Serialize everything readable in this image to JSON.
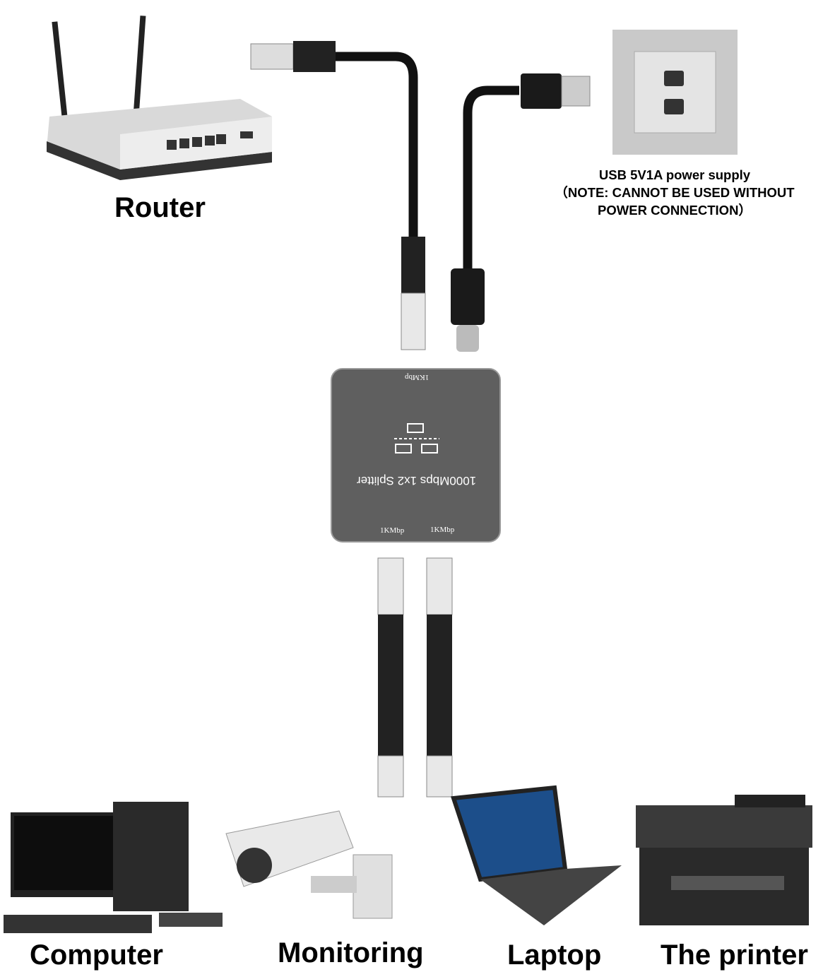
{
  "labels": {
    "router": "Router",
    "computer": "Computer",
    "monitoring": "Monitoring",
    "laptop": "Laptop",
    "printer": "The printer"
  },
  "power_note": {
    "line1": "USB 5V1A power supply",
    "line2": "（NOTE: CANNOT BE USED WITHOUT",
    "line3": "POWER CONNECTION）"
  },
  "splitter": {
    "title": "1000Mbps 1x2 Splitter",
    "input_port": "1KMbp",
    "output_port_1": "1KMbp",
    "output_port_2": "1KMbp",
    "icon": "network-topology-icon",
    "body_color": "#5f5f5f"
  }
}
